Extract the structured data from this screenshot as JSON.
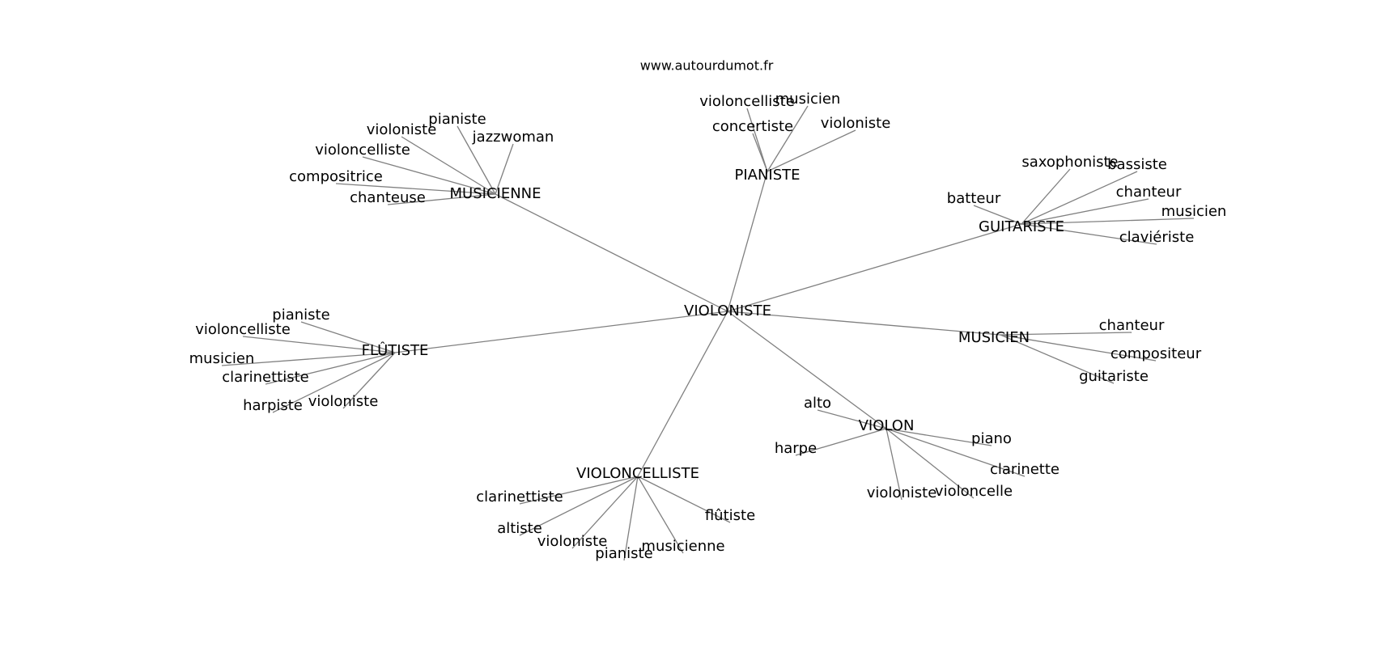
{
  "source_text": "www.autourdumot.fr",
  "graph": {
    "center": "VIOLONISTE",
    "hubs": [
      {
        "label": "PIANISTE",
        "leaves": [
          "violoncelliste",
          "musicien",
          "concertiste",
          "violoniste"
        ]
      },
      {
        "label": "MUSICIENNE",
        "leaves": [
          "violoniste",
          "pianiste",
          "jazzwoman",
          "violoncelliste",
          "compositrice",
          "chanteuse"
        ]
      },
      {
        "label": "GUITARISTE",
        "leaves": [
          "saxophoniste",
          "bassiste",
          "batteur",
          "chanteur",
          "musicien",
          "claviériste"
        ]
      },
      {
        "label": "FLÛTISTE",
        "leaves": [
          "pianiste",
          "violoncelliste",
          "musicien",
          "clarinettiste",
          "harpiste",
          "violoniste"
        ]
      },
      {
        "label": "MUSICIEN",
        "leaves": [
          "chanteur",
          "compositeur",
          "guitariste"
        ]
      },
      {
        "label": "VIOLON",
        "leaves": [
          "alto",
          "harpe",
          "piano",
          "clarinette",
          "violoniste",
          "violoncelle"
        ]
      },
      {
        "label": "VIOLONCELLISTE",
        "leaves": [
          "clarinettiste",
          "altiste",
          "violoniste",
          "pianiste",
          "musicienne",
          "flûtiste"
        ]
      }
    ]
  }
}
